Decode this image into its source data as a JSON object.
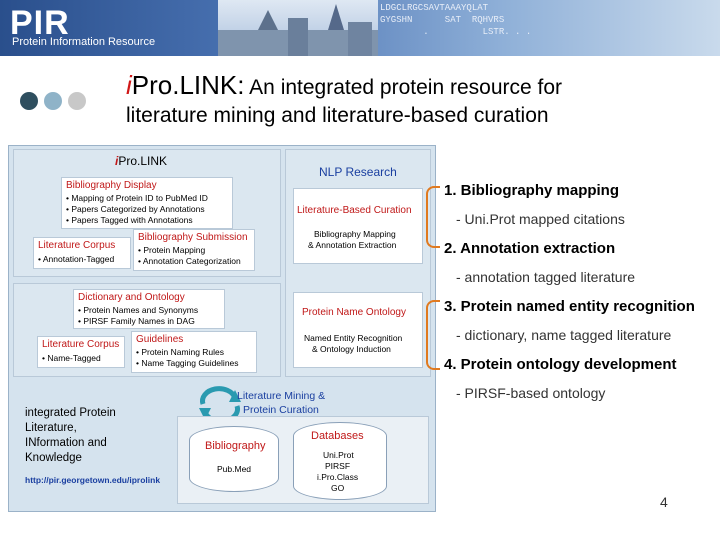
{
  "banner": {
    "logo": "PIR",
    "subtitle": "Protein Information Resource",
    "sequence_text": "LDGCLRGCSAVTAAAYQLAT\nGYGSHN      SAT  RQHVRS\n        .          LSTR. . ."
  },
  "colors": {
    "dot1": "#2f4f5f",
    "dot2": "#8fb3c8",
    "dot3": "#c8c8c8",
    "accent_red": "#d01818",
    "brace": "#e07a20"
  },
  "title": {
    "i": "i",
    "prolink": "Pro.LINK:",
    "rest": " An integrated protein resource for",
    "line2": "literature mining and literature-based curation"
  },
  "figure": {
    "header_i": "i",
    "header": "Pro.LINK",
    "nlp": "NLP Research",
    "bib_display": "Bibliography Display",
    "bib_items": [
      "• Mapping of Protein ID to PubMed ID",
      "• Papers Categorized by Annotations",
      "• Papers Tagged with Annotations"
    ],
    "lit_corpus": "Literature Corpus",
    "lit_corpus_item": "• Annotation-Tagged",
    "bib_sub": "Bibliography Submission",
    "bib_sub_items": [
      "• Protein Mapping",
      "• Annotation Categorization"
    ],
    "lbc": "Literature-Based Curation",
    "lbc_desc": [
      "Bibliography Mapping",
      "& Annotation Extraction"
    ],
    "dict": "Dictionary and Ontology",
    "dict_items": [
      "• Protein Names and Synonyms",
      "• PIRSF Family Names in DAG"
    ],
    "lit_corpus2": "Literature Corpus",
    "lit_corpus2_item": "• Name-Tagged",
    "guidelines": "Guidelines",
    "guide_items": [
      "• Protein Naming Rules",
      "• Name Tagging Guidelines"
    ],
    "pno": "Protein Name Ontology",
    "pno_desc": [
      "Named Entity Recognition",
      "& Ontology Induction"
    ],
    "mining": [
      "Literature Mining &",
      "Protein Curation"
    ],
    "ipl_lines": [
      "integrated Protein",
      "Literature,",
      "INformation and",
      "Knowledge"
    ],
    "url": "http://pir.georgetown.edu/iprolink",
    "bibliography": "Bibliography",
    "pubmed": "Pub.Med",
    "databases": "Databases",
    "db_items": [
      "Uni.Prot",
      "PIRSF",
      "i.Pro.Class",
      "GO"
    ]
  },
  "items": [
    {
      "label": "1. Bibliography mapping",
      "sub": "- Uni.Prot mapped citations"
    },
    {
      "label": "2. Annotation extraction",
      "sub": "- annotation tagged literature"
    },
    {
      "label": "3. Protein named entity recognition",
      "sub": "- dictionary, name tagged literature"
    },
    {
      "label": "4. Protein ontology development",
      "sub": "- PIRSF-based ontology"
    }
  ],
  "page_number": "4"
}
